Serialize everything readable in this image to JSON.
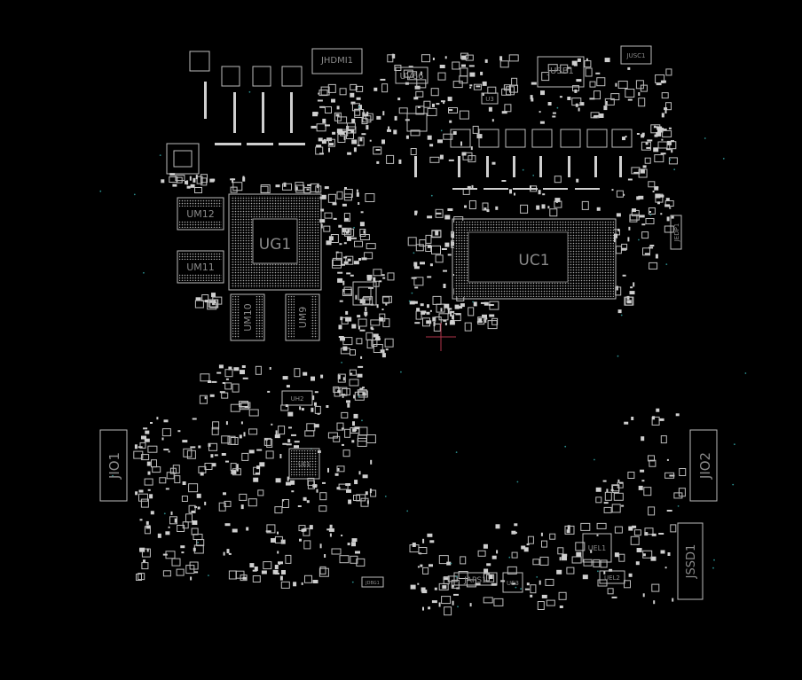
{
  "colors": {
    "background": "#000000",
    "silkscreen": "#bdbdbd",
    "label": "#8a8a8a",
    "cursor": "#b0344a",
    "via": "#2a8c8c"
  },
  "components": {
    "jhdmi1": "JHDMI1",
    "uv66": "UV66",
    "jusb1": "JUSB1",
    "jusc1": "JUSC1",
    "ug1": "UG1",
    "uc1": "UC1",
    "um12": "UM12",
    "um11": "UM11",
    "um10": "UM10",
    "um9": "UM9",
    "jio1": "JIO1",
    "jio2": "JIO2",
    "jssd1": "JSSD1",
    "japs1": "JAPS1",
    "uel1": "UEL1",
    "uel2": "UEL2",
    "u3": "U3",
    "ue3": "UE3",
    "jdbg1": "JDBG1",
    "jedp1": "JEDP1",
    "ue1": "UE1",
    "uh2": "UH2"
  }
}
